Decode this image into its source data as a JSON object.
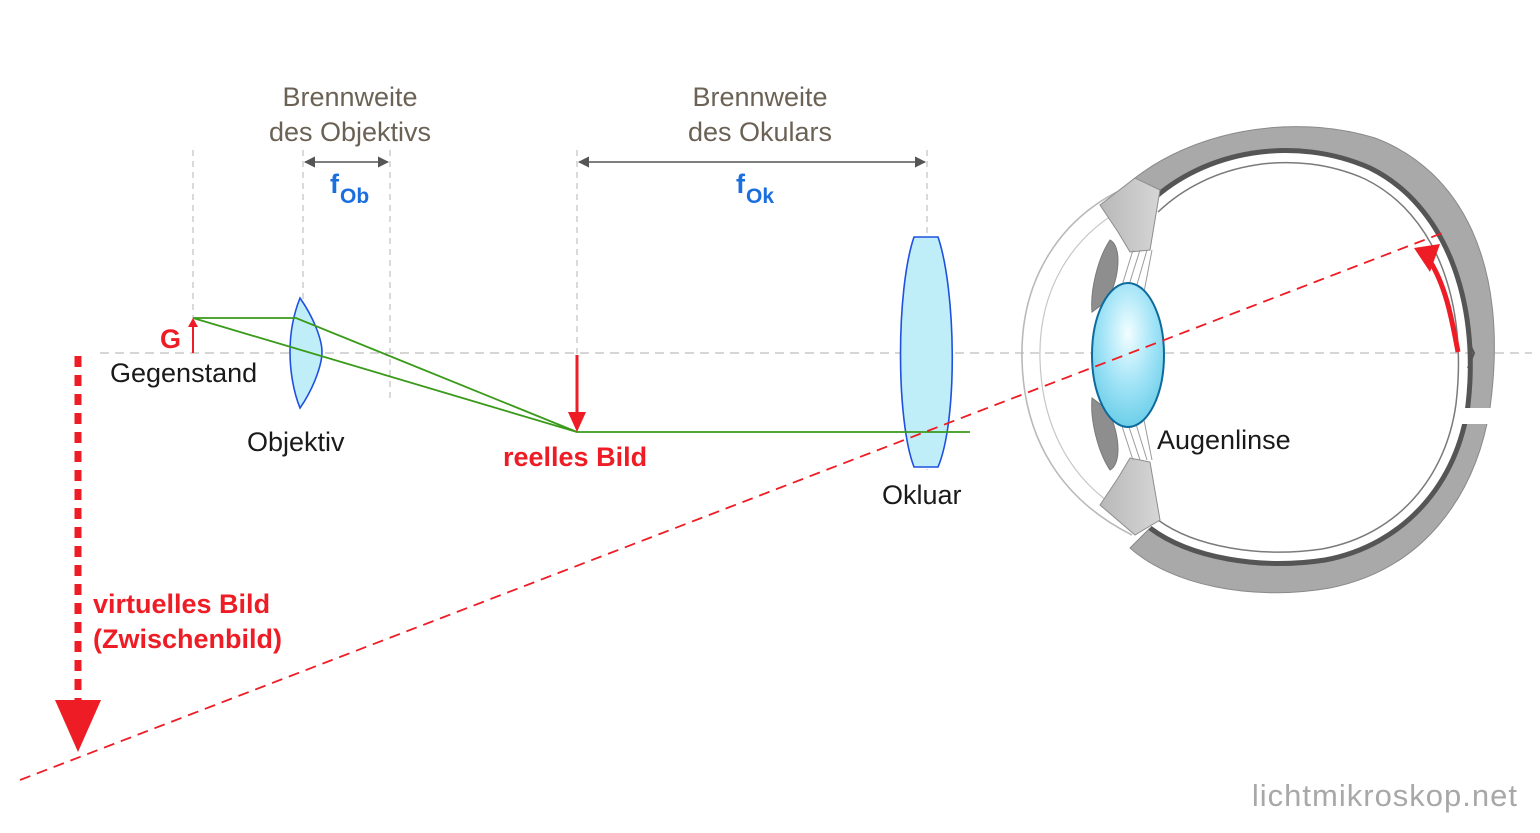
{
  "labels": {
    "objective_focal_title_1": "Brennweite",
    "objective_focal_title_2": "des Objektivs",
    "ocular_focal_title_1": "Brennweite",
    "ocular_focal_title_2": "des Okulars",
    "f_symbol": "f",
    "f_ob_sub": "Ob",
    "f_ok_sub": "Ok",
    "object_letter": "G",
    "object_name": "Gegenstand",
    "objective": "Objektiv",
    "real_image": "reelles Bild",
    "ocular": "Okluar",
    "eye_lens": "Augenlinse",
    "virtual_image_1": "virtuelles Bild",
    "virtual_image_2": "(Zwischenbild)",
    "watermark": "lichtmikroskop.net"
  },
  "colors": {
    "ray": "#3a9a1a",
    "image_red": "#ee1c25",
    "focal_blue": "#1a6fe0",
    "lens_fill": "#bfeef8",
    "lens_stroke": "#1f50e0",
    "eye_gray": "#a9a9a9",
    "axis_dash": "#bdbdbd"
  },
  "icons": {
    "eye": "eye-cross-section-icon",
    "objective_lens": "biconvex-lens-icon",
    "ocular_lens": "biconvex-lens-icon"
  }
}
